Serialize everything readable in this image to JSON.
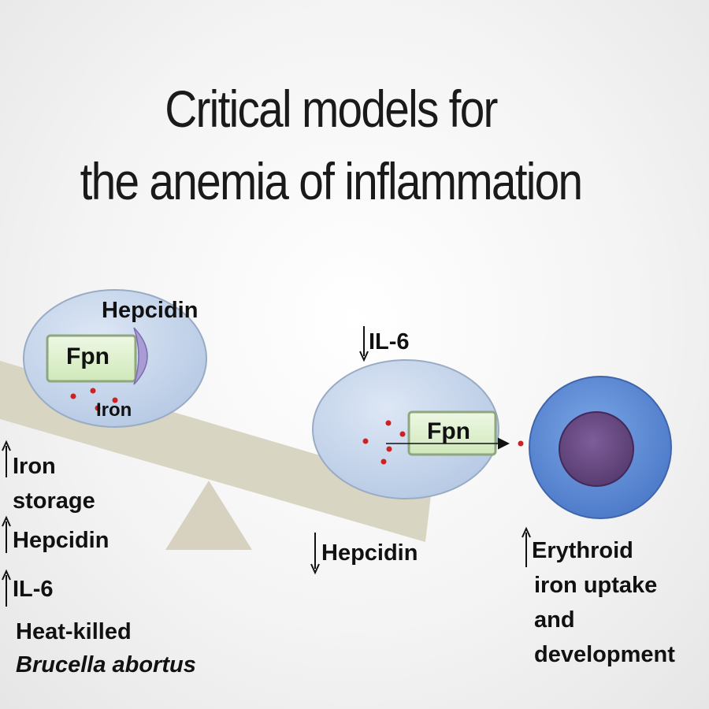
{
  "title": {
    "line1": "Critical models for",
    "line2": "the anemia of inflammation"
  },
  "left_cell": {
    "hepcidin_label": "Hepcidin",
    "fpn_label": "Fpn",
    "iron_label": "Iron"
  },
  "middle_cell": {
    "il6_label": "IL-6",
    "fpn_label": "Fpn"
  },
  "left_annotations": {
    "iron_storage_line1": "Iron",
    "iron_storage_line2": "storage",
    "hepcidin": "Hepcidin",
    "il6": "IL-6",
    "cause_line1": "Heat-killed",
    "cause_line2": "Brucella abortus"
  },
  "middle_annotation": {
    "hepcidin": "Hepcidin"
  },
  "right_annotation": {
    "line1": "Erythroid",
    "line2": "iron uptake",
    "line3": "and",
    "line4": "development"
  },
  "colors": {
    "cell_fill": "#c5d6ec",
    "cell_stroke": "#8a9db5",
    "fpn_fill": "#d9f0c8",
    "fpn_stroke": "#8aa07a",
    "hepcidin_fill": "#a99bd3",
    "iron_dot": "#cc2222",
    "beam": "#d9d5c3",
    "erythroid_outer": "#5f8fd8",
    "erythroid_nucleus": "#6a4a82"
  }
}
